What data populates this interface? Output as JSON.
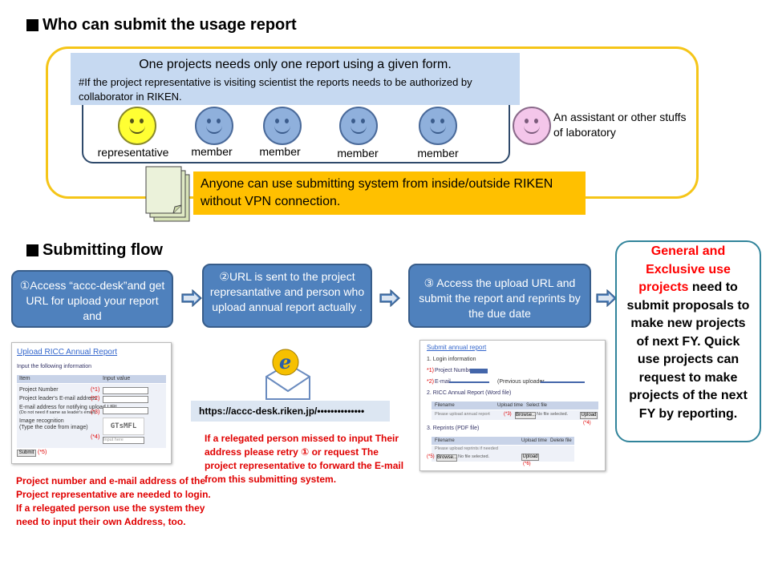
{
  "section1": {
    "heading": "Who can submit the usage report"
  },
  "note": {
    "title": "One projects needs only one report using a given form.",
    "text": "#If  the project representative is visiting scientist the reports needs to be authorized by collaborator in RIKEN."
  },
  "people": [
    "representative",
    "member",
    "member",
    "member",
    "member"
  ],
  "assistant_label": "An assistant or other stuffs of laboratory",
  "orange_note": "Anyone can use submitting system from inside/outside RIKEN without VPN connection.",
  "section2": {
    "heading": "Submitting flow"
  },
  "steps": [
    "①Access “accc-desk”and get URL for upload your report  and",
    "②URL is sent to the project represantative and  person who upload annual report actually .",
    "③ Access the upload URL and submit the report and reprints  by  the due date"
  ],
  "final": {
    "red_text": "General and Exclusive use projects",
    "text": " need to submit proposals to make new projects of next FY. Quick use projects can request to make projects of the next FY by reporting."
  },
  "url": "https://accc-desk.riken.jp/••••••••••••••",
  "notes": {
    "left": "Project number and e-mail  address of the Project representative are needed to login. If a relegated person use the system they need to input their own Address, too.",
    "middle": "If a relegated person missed to input Their address please retry ① or request The project representative to forward the E-mail from this submitting system."
  },
  "form1": {
    "title": "Upload RICC Annual Report",
    "subtitle": "Input the following information",
    "col_item": "Item",
    "col_value": "Input value",
    "rows": [
      "Project Number",
      "Project leader's E-mail address",
      "E-mail address for notifying upload URL",
      "(Do not need if same as leader's email)",
      "Image recognition",
      "(Type the code from image)"
    ],
    "marks": [
      "(*1)",
      "(*2)",
      "(*3)",
      "(*4)",
      "(*5)"
    ],
    "captcha": "GTsMFL",
    "captcha_input": "Input here",
    "submit": "Submit"
  },
  "form2": {
    "title": "Submit annual report",
    "login": "1. Login information",
    "project_number": "Project Number",
    "email": "E-mail",
    "prev_uploader": "(Previous uploader",
    "section_word": "2. RICC Annual Report (Word file)",
    "section_pdf": "3. Reprints (PDF file)",
    "filename": "Filename",
    "upload_time": "Upload time",
    "select_file": "Select file",
    "delete_file": "Delete file",
    "please_upload_report": "Please upload annual report",
    "please_upload_reprints": "Please upload reprints if needed",
    "browse": "Browse...",
    "no_file": "No file selected.",
    "upload": "Upload",
    "marks": [
      "*1)",
      "*2)",
      "(*3)",
      "(*4)",
      "(*5)",
      "(*6)"
    ]
  },
  "colors": {
    "frame_yellow": "#f5c518",
    "note_blue": "#c6d9f1",
    "step_blue": "#4f81bd",
    "orange": "#ffc000",
    "final_border": "#31849b",
    "red_text": "#ff0000"
  },
  "icons": {
    "documents": "document-stack-icon",
    "email": "email-envelope-icon",
    "arrow": "right-arrow-icon",
    "face": "smiley-face-icon"
  }
}
